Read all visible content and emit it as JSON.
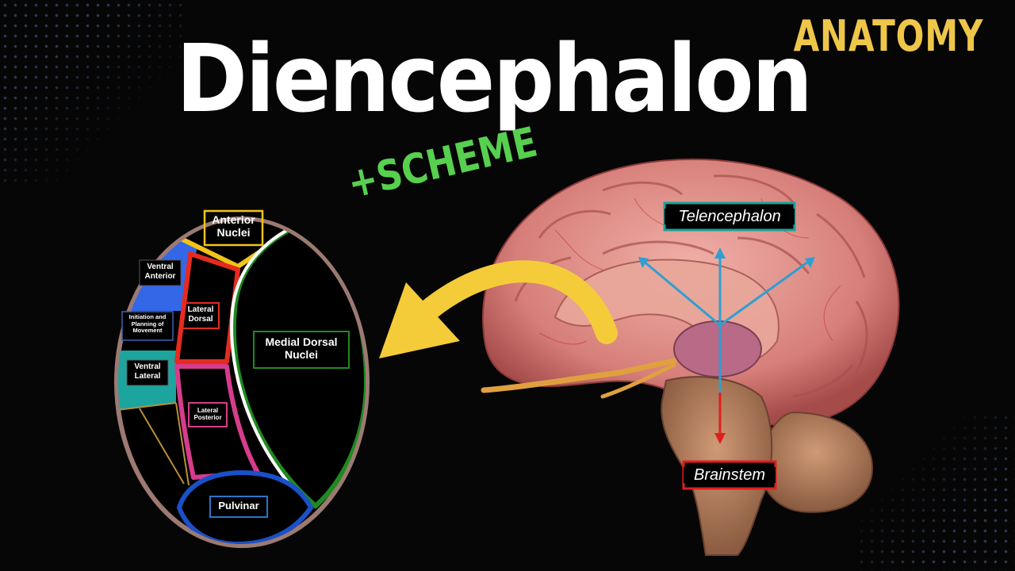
{
  "brand": "ANATOMY",
  "title": "Diencephalon",
  "subtitle": "+SCHEME",
  "nuclei": {
    "anterior": "Anterior Nuclei",
    "ventral_anterior": "Ventral Anterior",
    "lateral_dorsal": "Lateral Dorsal",
    "initiation": "Initiation and Planning of Movement",
    "ventral_lateral": "Ventral Lateral",
    "lateral_posterior": "Lateral Posterior",
    "medial_dorsal": "Medial Dorsal Nuclei",
    "pulvinar": "Pulvinar"
  },
  "brain": {
    "telencephalon": "Telencephalon",
    "brainstem": "Brainstem"
  },
  "colors": {
    "title": "#ffffff",
    "brand": "#eec64a",
    "subtitle": "#57d04f",
    "arrow": "#f4cc3a",
    "anterior_border": "#f2c318",
    "lateral_dorsal_border": "#e52b1f",
    "medial_dorsal_border": "#1f8a1f",
    "pulvinar_border": "#2e74c6",
    "lateral_posterior_border": "#d63c8c",
    "ventral_anterior_fill": "#3467e8",
    "ventral_lateral_fill": "#1ba59e",
    "outer_ring": "#9c7a72",
    "telencephalon_border": "#18a39a",
    "brainstem_border": "#e01e1e"
  }
}
